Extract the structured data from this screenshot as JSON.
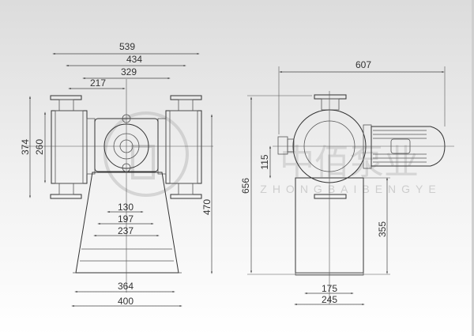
{
  "watermark": {
    "cn": "中佰泵业",
    "en": "ZHONGBAIBENGYE"
  },
  "front_view": {
    "dims": {
      "w539": "539",
      "w434": "434",
      "w329": "329",
      "w217": "217",
      "h374": "374",
      "h260": "260",
      "w130": "130",
      "w197": "197",
      "w237": "237",
      "w364": "364",
      "w400": "400",
      "h470": "470"
    }
  },
  "side_view": {
    "dims": {
      "w607": "607",
      "h656": "656",
      "h115": "115",
      "h355": "355",
      "w175": "175",
      "w245": "245"
    }
  }
}
